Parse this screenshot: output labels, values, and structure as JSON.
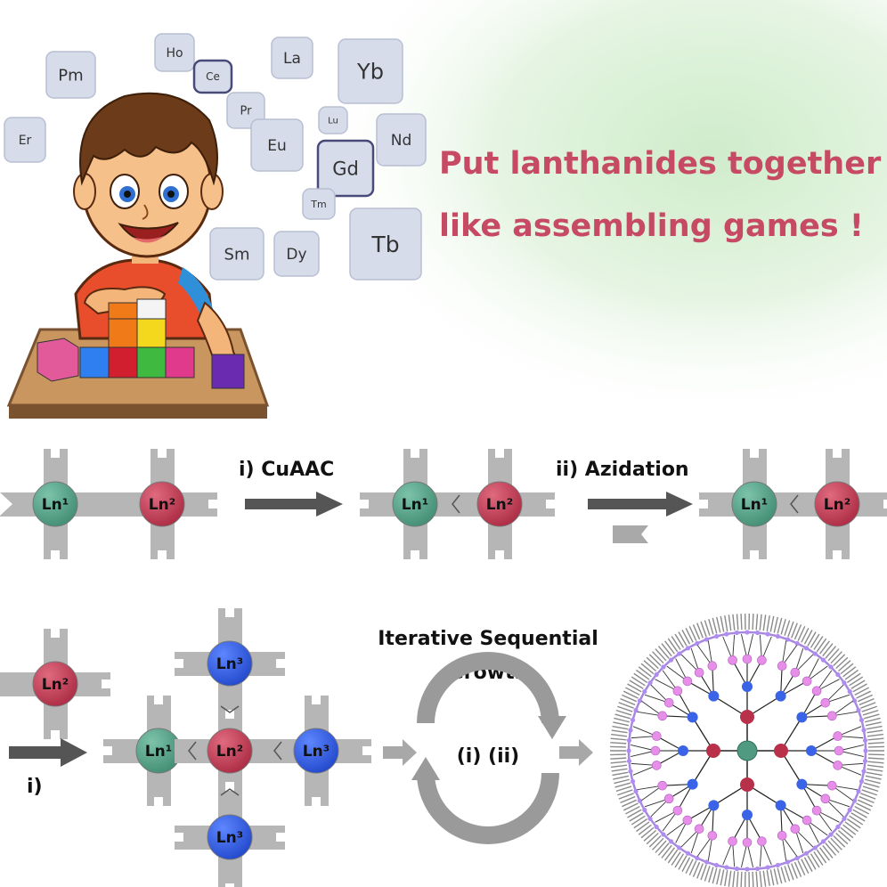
{
  "headline": {
    "line1": "Put lanthanides together",
    "line2": "like assembling games !"
  },
  "element_tiles": [
    "Ho",
    "Ce",
    "La",
    "Yb",
    "Pm",
    "Pr",
    "Lu",
    "Nd",
    "Er",
    "Eu",
    "Gd",
    "Tm",
    "Sm",
    "Dy",
    "Tb"
  ],
  "units": {
    "ln1": "Ln¹",
    "ln2": "Ln²",
    "ln3": "Ln³"
  },
  "steps": {
    "cuaac": "i) CuAAC",
    "azidation": "ii) Azidation",
    "step_i": "i)",
    "iterative_line1": "Iterative Sequential",
    "iterative_line2": "Growth",
    "cycle": "(i) (ii)"
  },
  "colors": {
    "headline": "#c64a63",
    "ln1": "#4f9a80",
    "ln2": "#c5334d",
    "ln3": "#2f5fe0",
    "block": "#b4b4b4",
    "arrow": "#555555",
    "background_glow": "#e5f3e1"
  }
}
